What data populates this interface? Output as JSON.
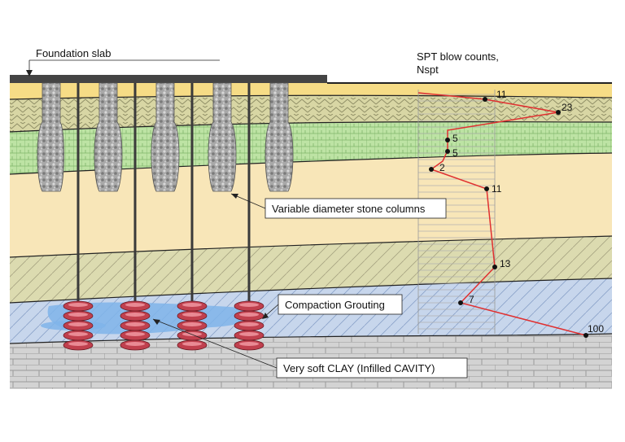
{
  "labels": {
    "foundation": "Foundation slab",
    "spt_title_1": "SPT blow counts,",
    "spt_title_2": "Nspt",
    "stone_columns": "Variable diameter stone columns",
    "compaction": "Compaction Grouting",
    "clay": "Very soft CLAY (Infilled CAVITY)"
  },
  "spt_values": [
    "11",
    "23",
    "5",
    "5",
    "2",
    "11",
    "13",
    "7",
    "100"
  ],
  "colors": {
    "sand_yellow": "#f6dc86",
    "silty_clay": "#d8d6a4",
    "green_layer": "#bde3a4",
    "sand_beige": "#f8e6b8",
    "blue_layer": "#c7d6ec",
    "rock_grey": "#d6d6d6",
    "grout_red": "#c0404e",
    "spt_line": "#e03030",
    "water_blue": "#7fb4ea"
  }
}
